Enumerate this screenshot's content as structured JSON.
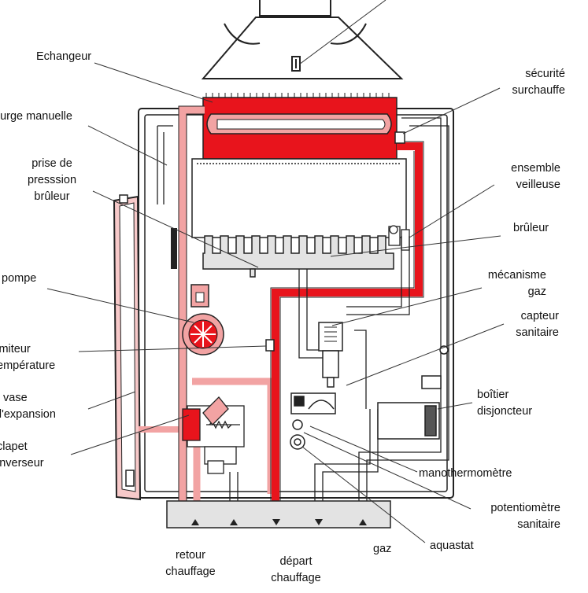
{
  "labels": {
    "echangeur": "Echangeur",
    "purge_manuelle": "purge manuelle",
    "prise_de_pression_1": "prise de",
    "prise_de_pression_2": "presssion",
    "prise_de_pression_3": "brûleur",
    "pompe": "pompe",
    "limiteur_1": "limiteur",
    "limiteur_2": "température",
    "vase_1": "vase",
    "vase_2": "d'expansion",
    "clapet_1": "clapet",
    "clapet_2": "inverseur",
    "securite_1": "sécurité",
    "securite_2": "surchauffe",
    "veilleuse_1": "ensemble",
    "veilleuse_2": "veilleuse",
    "bruleur": "brûleur",
    "mecanisme_1": "mécanisme",
    "mecanisme_2": "gaz",
    "capteur_1": "capteur",
    "capteur_2": "sanitaire",
    "boitier_1": "boîtier",
    "boitier_2": "disjoncteur",
    "manothermometre": "manothermomètre",
    "potentiometre_1": "potentiomètre",
    "potentiometre_2": "sanitaire",
    "aquastat": "aquastat",
    "gaz": "gaz",
    "retour_1": "retour",
    "retour_2": "chauffage",
    "depart_1": "départ",
    "depart_2": "chauffage"
  },
  "colors": {
    "hot_water": "#e8141c",
    "return_water": "#f2a3a3",
    "outline": "#222222",
    "leader_line": "#333333",
    "panel_fill": "#e3e3e3"
  }
}
